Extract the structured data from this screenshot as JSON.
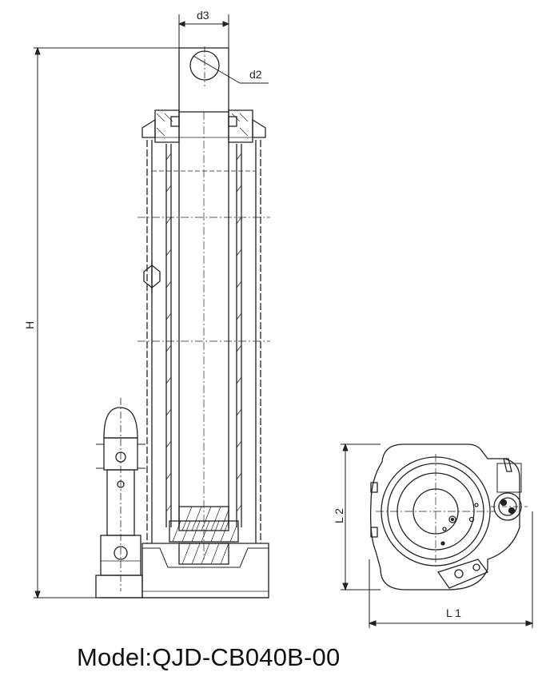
{
  "labels": {
    "d3": "d3",
    "d2": "d2",
    "H": "H",
    "L1": "L 1",
    "L2": "L 2"
  },
  "caption": "Model:QJD-CB040B-00"
}
